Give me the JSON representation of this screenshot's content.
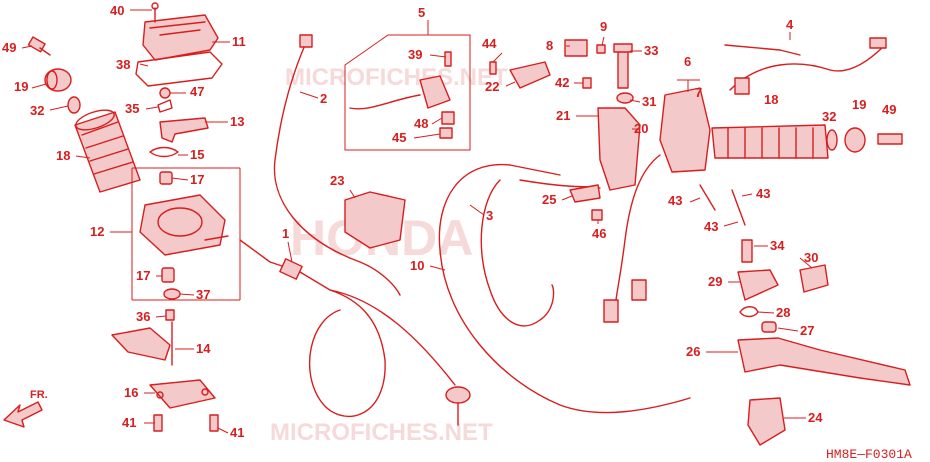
{
  "diagram": {
    "part_number_code": "HM8E—F0301A",
    "direction_label": "FR.",
    "watermarks": [
      "MICROFICHES.NET",
      "HONDA",
      "MICROFICHES.NET"
    ],
    "colors": {
      "line": "#d81e1e",
      "fill": "#f3c9c9",
      "watermark": "#f6d9d9",
      "background": "#ffffff"
    },
    "callouts": [
      "40",
      "11",
      "49",
      "38",
      "19",
      "47",
      "32",
      "35",
      "13",
      "18",
      "15",
      "17",
      "12",
      "17",
      "37",
      "36",
      "14",
      "16",
      "41",
      "41",
      "2",
      "5",
      "39",
      "44",
      "8",
      "33",
      "9",
      "22",
      "42",
      "31",
      "4",
      "6",
      "7",
      "18",
      "32",
      "19",
      "49",
      "48",
      "45",
      "21",
      "20",
      "23",
      "25",
      "3",
      "1",
      "10",
      "46",
      "43",
      "43",
      "43",
      "34",
      "30",
      "29",
      "28",
      "27",
      "26",
      "24"
    ]
  }
}
